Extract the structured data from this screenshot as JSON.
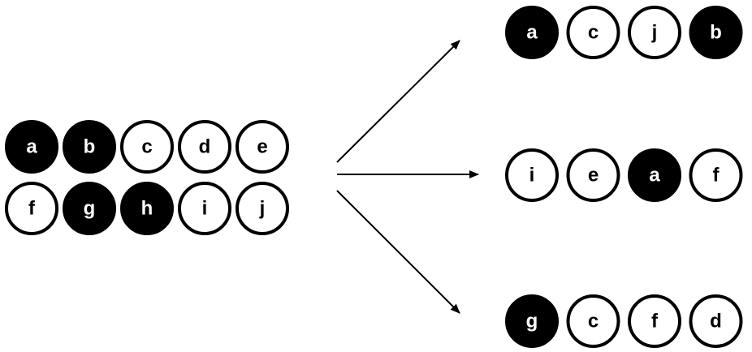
{
  "colors": {
    "black": "#000000",
    "white": "#ffffff",
    "stroke": "#000000",
    "arrow": "#000000"
  },
  "source_group": {
    "rows": [
      [
        {
          "label": "a",
          "filled": true
        },
        {
          "label": "b",
          "filled": true
        },
        {
          "label": "c",
          "filled": false
        },
        {
          "label": "d",
          "filled": false
        },
        {
          "label": "e",
          "filled": false
        }
      ],
      [
        {
          "label": "f",
          "filled": false
        },
        {
          "label": "g",
          "filled": true
        },
        {
          "label": "h",
          "filled": true
        },
        {
          "label": "i",
          "filled": false
        },
        {
          "label": "j",
          "filled": false
        }
      ]
    ]
  },
  "samples": [
    {
      "balls": [
        {
          "label": "a",
          "filled": true
        },
        {
          "label": "c",
          "filled": false
        },
        {
          "label": "j",
          "filled": false
        },
        {
          "label": "b",
          "filled": true
        }
      ]
    },
    {
      "balls": [
        {
          "label": "i",
          "filled": false
        },
        {
          "label": "e",
          "filled": false
        },
        {
          "label": "a",
          "filled": true
        },
        {
          "label": "f",
          "filled": false
        }
      ]
    },
    {
      "balls": [
        {
          "label": "g",
          "filled": true
        },
        {
          "label": "c",
          "filled": false
        },
        {
          "label": "f",
          "filled": false
        },
        {
          "label": "d",
          "filled": false
        }
      ]
    }
  ]
}
